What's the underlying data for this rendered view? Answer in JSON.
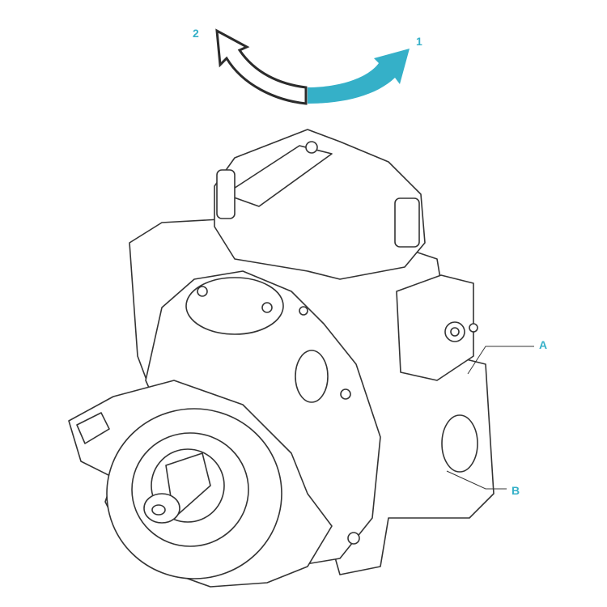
{
  "rotation_labels": {
    "direction_1": "1",
    "direction_2": "2"
  },
  "port_labels": {
    "port_a": "A",
    "port_b": "B"
  },
  "colors": {
    "accent": "#35b0c8",
    "line": "#2b2b2b"
  }
}
